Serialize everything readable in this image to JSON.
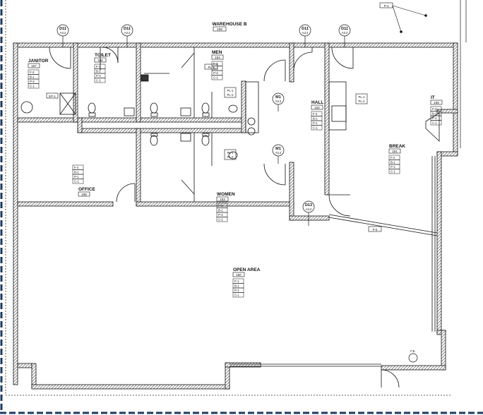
{
  "drawing": {
    "title": "WAREHOUSE B",
    "title_number": "159",
    "rooms": [
      {
        "name": "JANITOR",
        "number": "157",
        "finishes": [
          "F-3",
          "B-1",
          "P-3",
          "C-1"
        ]
      },
      {
        "name": "TOILET",
        "number": "156",
        "finishes": [
          "F-3",
          "B-1",
          "P-3",
          "C-1"
        ]
      },
      {
        "name": "MEN",
        "number": "154",
        "finishes": [
          "F-3",
          "B-1",
          "P-3",
          "C-1"
        ]
      },
      {
        "name": "HALL",
        "number": "152",
        "finishes": [
          "F-2",
          "B-1",
          "P-1",
          "C-1"
        ]
      },
      {
        "name": "IT",
        "number": "155",
        "finishes": [
          "F-2",
          "B-1",
          "P-1",
          "C-1"
        ]
      },
      {
        "name": "BREAK",
        "number": "151",
        "finishes": [
          "F-2",
          "B-1",
          "P-1",
          "C-1"
        ]
      },
      {
        "name": "OFFICE",
        "number": "158",
        "finishes": [
          "F-2",
          "B-1",
          "P-1",
          "C-1"
        ]
      },
      {
        "name": "WOMEN",
        "number": "153",
        "finishes": [
          "F-3",
          "B-1",
          "P-3",
          "C-1"
        ]
      },
      {
        "name": "OPEN AREA",
        "number": "150",
        "finishes": [
          "F-1",
          "B-1",
          "P-1",
          "C-1"
        ]
      }
    ],
    "door_tags": [
      {
        "tag": "D11",
        "ref": "A3.2"
      },
      {
        "tag": "D11",
        "ref": "A3.2"
      },
      {
        "tag": "D11",
        "ref": "A3.2"
      },
      {
        "tag": "D11",
        "ref": "A3.2"
      },
      {
        "tag": "M1",
        "ref": "A3.2"
      },
      {
        "tag": "M1",
        "ref": "A3.2"
      },
      {
        "tag": "D13",
        "ref": "A3.2"
      }
    ],
    "paint_notes": {
      "top_right": "P-4",
      "men": "PL-1",
      "men_lav": [
        "PL-1",
        "PL-2"
      ],
      "women_lav": [
        "PL-1",
        "PL-2"
      ],
      "hall": [
        "PL-1",
        "PL-2"
      ],
      "break_band": "P-5",
      "janitor_wall": "EP-1"
    },
    "fire_extinguisher": "F.E.",
    "colors": {
      "line": "#111111",
      "hatch": "#444444",
      "border": "#1f3a5f"
    }
  }
}
